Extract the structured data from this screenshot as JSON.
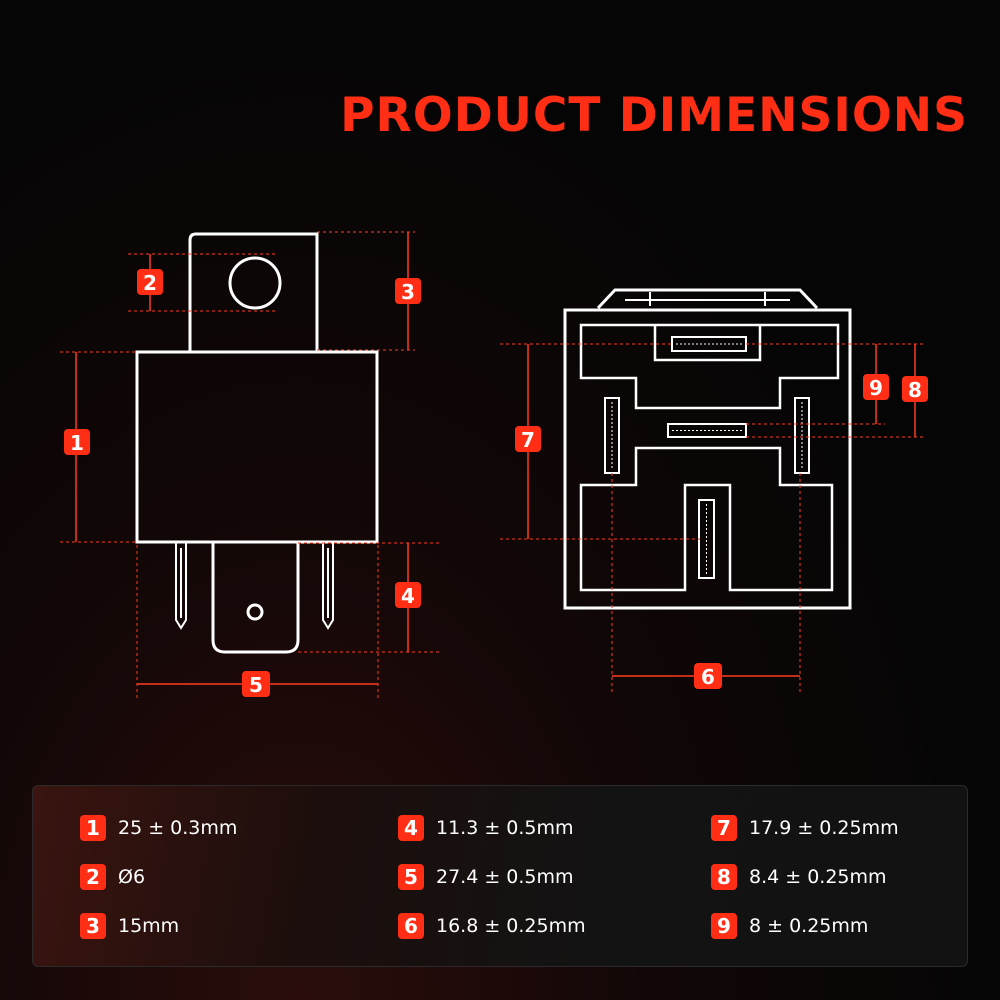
{
  "title": "PRODUCT DIMENSIONS",
  "colors": {
    "accent": "#ff2e14",
    "background": "#050505",
    "line": "#ffffff"
  },
  "callouts": {
    "c1": "1",
    "c2": "2",
    "c3": "3",
    "c4": "4",
    "c5": "5",
    "c6": "6",
    "c7": "7",
    "c8": "8",
    "c9": "9"
  },
  "specs": [
    {
      "number": "1",
      "value": "25 ± 0.3mm"
    },
    {
      "number": "2",
      "value": "Ø6"
    },
    {
      "number": "3",
      "value": "15mm"
    },
    {
      "number": "4",
      "value": "11.3 ± 0.5mm"
    },
    {
      "number": "5",
      "value": "27.4 ± 0.5mm"
    },
    {
      "number": "6",
      "value": "16.8 ± 0.25mm"
    },
    {
      "number": "7",
      "value": "17.9 ± 0.25mm"
    },
    {
      "number": "8",
      "value": "8.4 ± 0.25mm"
    },
    {
      "number": "9",
      "value": "8 ± 0.25mm"
    }
  ]
}
